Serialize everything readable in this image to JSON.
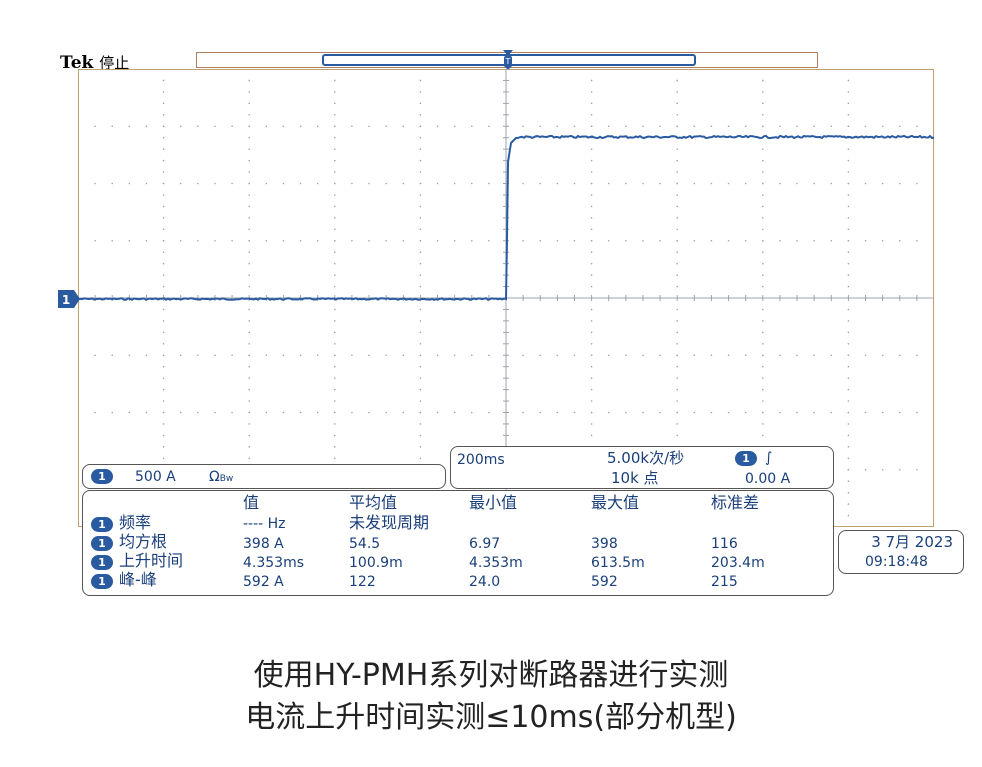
{
  "header": {
    "brand": "Tek",
    "status": "停止"
  },
  "channel": {
    "badge": "1",
    "scale": "500 A",
    "extra": "Ω",
    "extra_sub": "Bw"
  },
  "timebase": {
    "time_div": "200ms",
    "sample_rate": "5.00k次/秒",
    "points": "10k 点",
    "trigger_badge": "1",
    "trigger_slope": "∫",
    "trigger_level": "0.00 A"
  },
  "measurements": {
    "headers": [
      "值",
      "平均值",
      "最小值",
      "最大值",
      "标准差"
    ],
    "rows": [
      {
        "badge": "1",
        "label": "频率",
        "value": "---- Hz",
        "mean": "未发现周期",
        "min": "",
        "max": "",
        "std": ""
      },
      {
        "badge": "1",
        "label": "均方根",
        "value": "398 A",
        "mean": "54.5",
        "min": "6.97",
        "max": "398",
        "std": "116"
      },
      {
        "badge": "1",
        "label": "上升时间",
        "value": "4.353ms",
        "mean": "100.9m",
        "min": "4.353m",
        "max": "613.5m",
        "std": "203.4m"
      },
      {
        "badge": "1",
        "label": "峰-峰",
        "value": "592 A",
        "mean": "122",
        "min": "24.0",
        "max": "592",
        "std": "215"
      }
    ]
  },
  "datetime": {
    "date": "3 7月 2023",
    "time": "09:18:48"
  },
  "caption": {
    "line1": "使用HY-PMH系列对断路器进行实测",
    "line2": "电流上升时间实测≤10ms(部分机型)"
  },
  "colors": {
    "trace": "#2a5aa0",
    "grid": "#9aa4b0",
    "frame": "#c0a070"
  }
}
